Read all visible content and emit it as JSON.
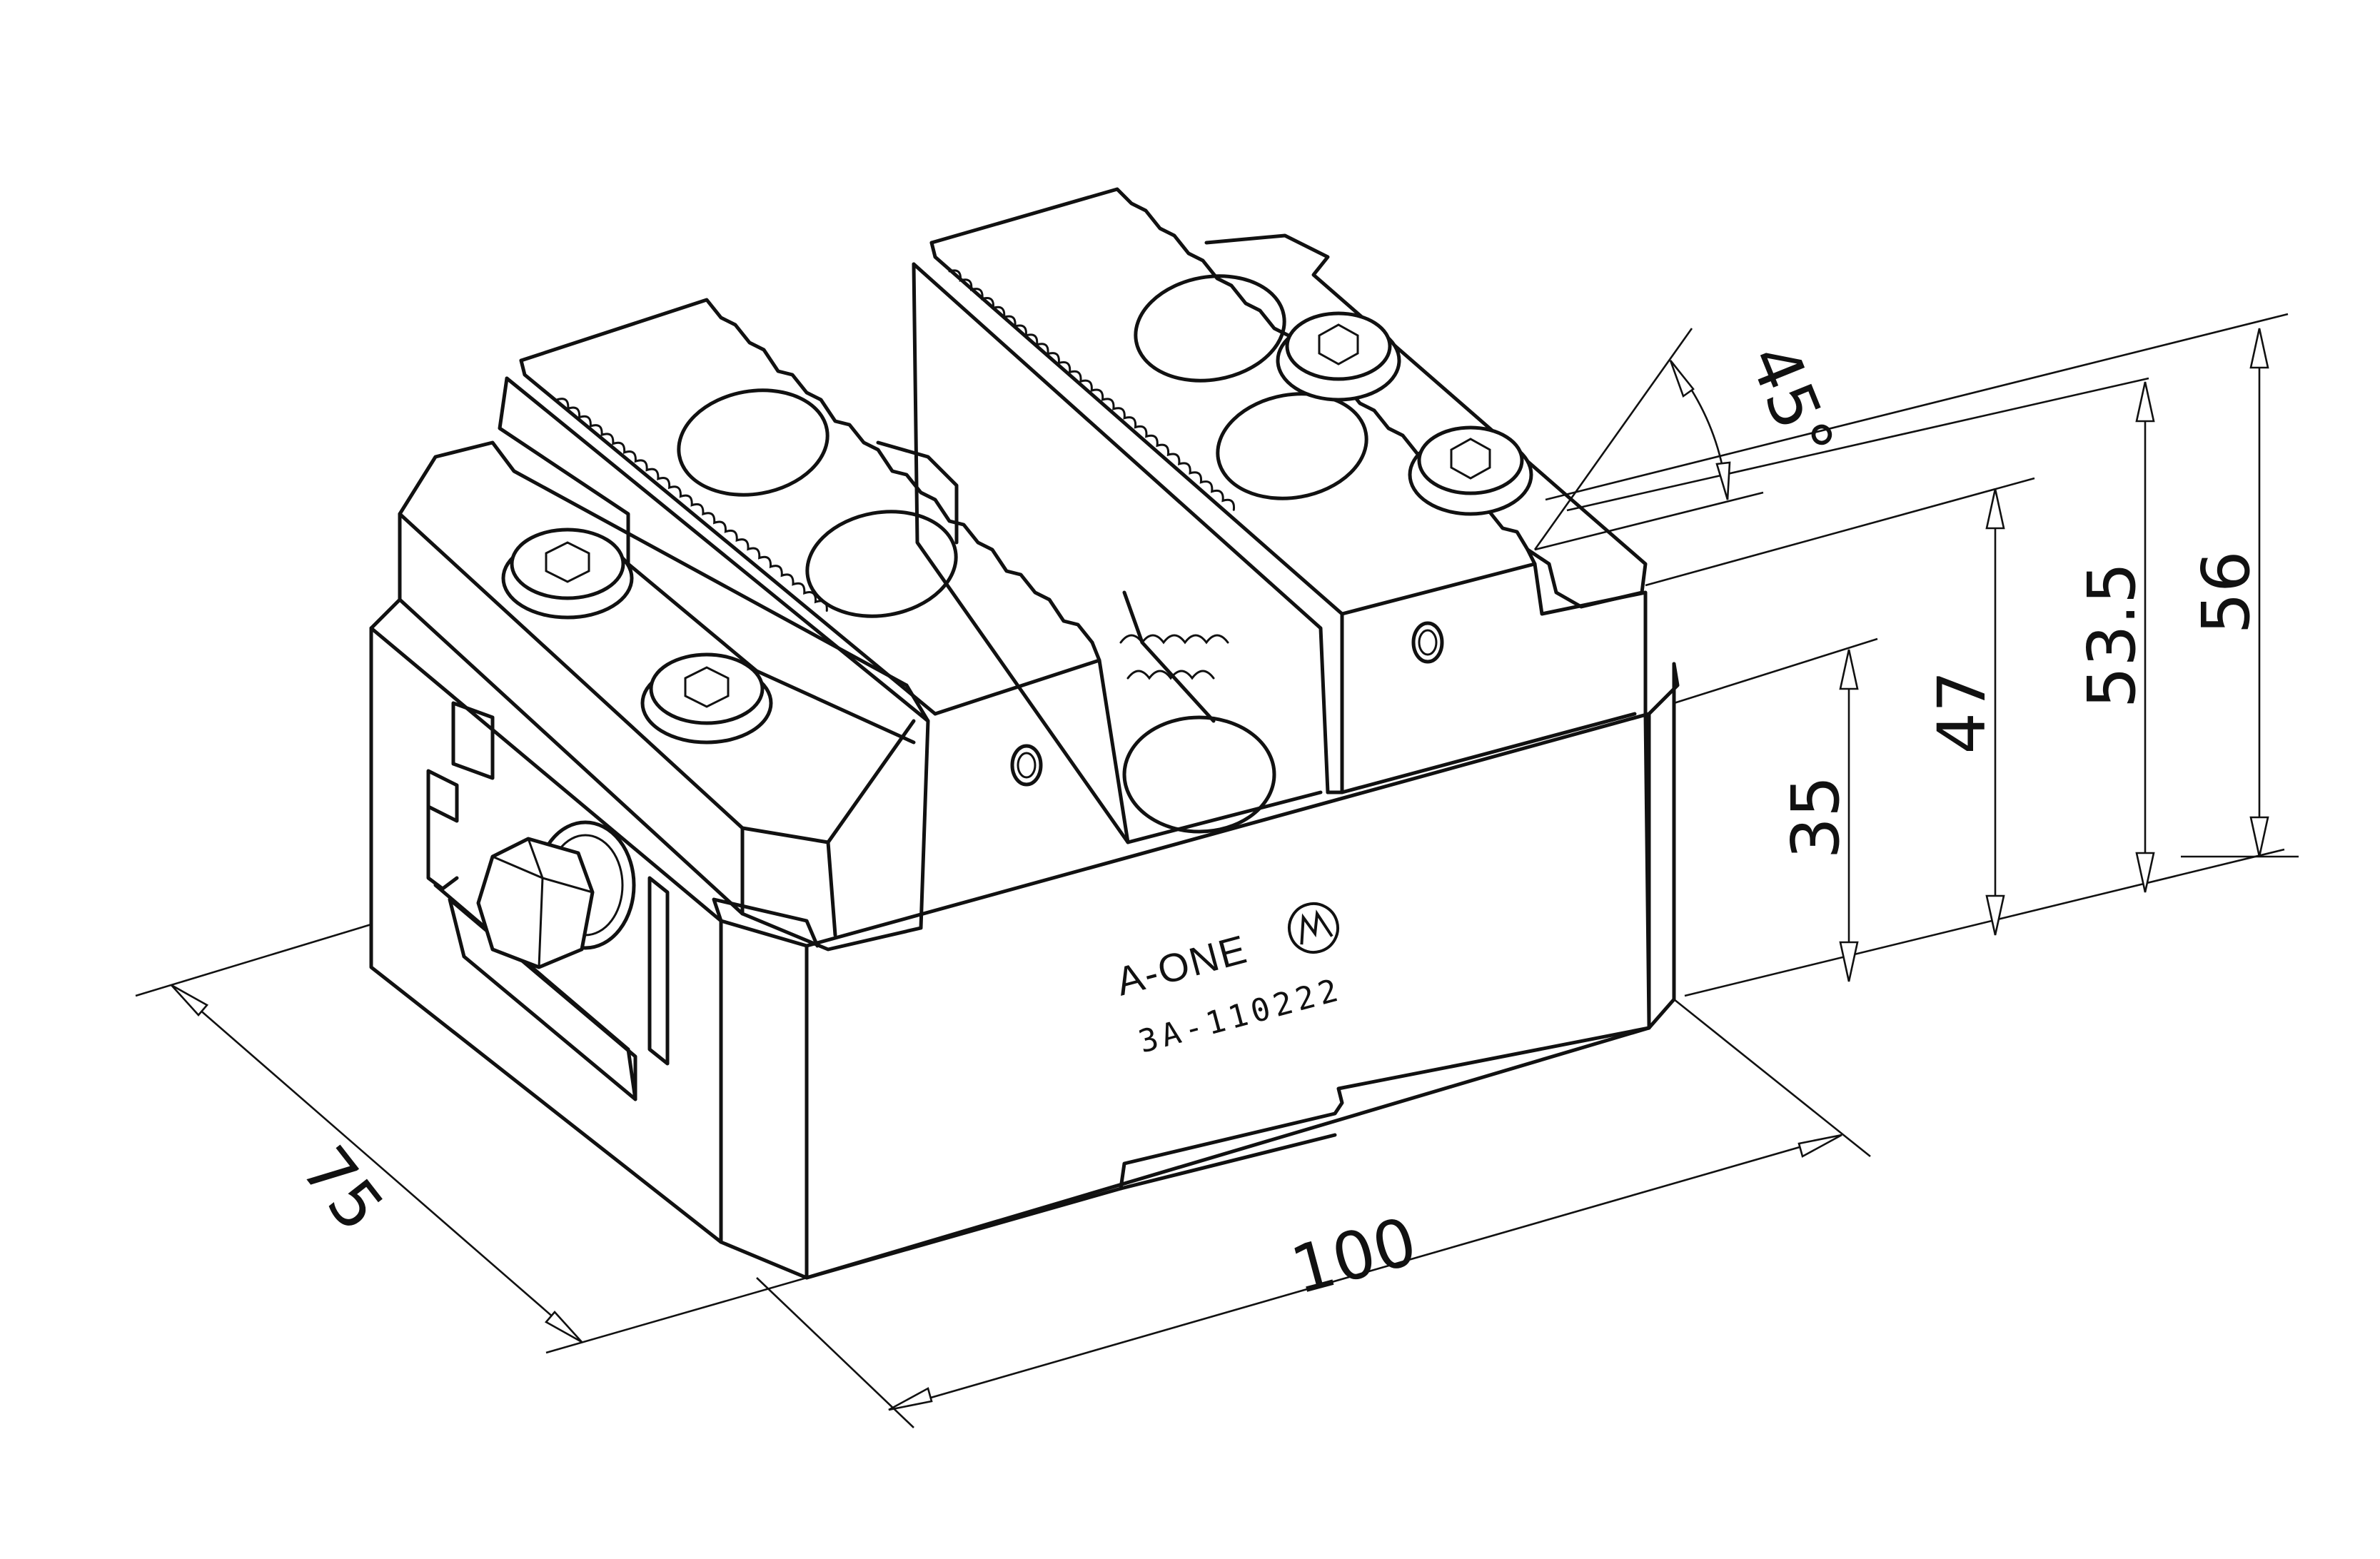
{
  "product": {
    "brand": "A-ONE",
    "part_number": "3A-110222"
  },
  "dimensions": {
    "width": "100",
    "depth": "75",
    "height_35": "35",
    "height_47": "47",
    "height_53_5": "53.5",
    "height_56": "56",
    "angle": "45°"
  }
}
